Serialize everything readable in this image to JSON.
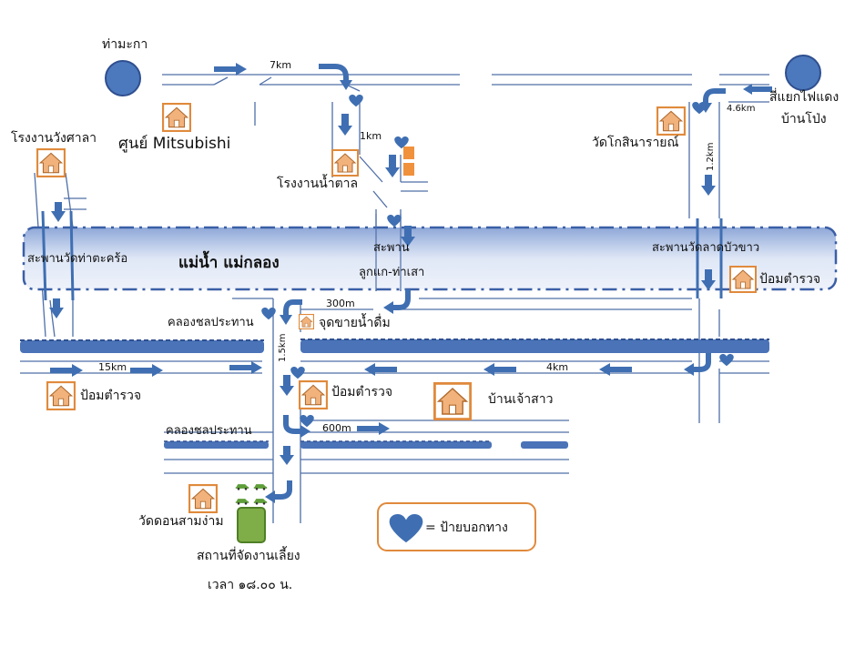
{
  "places": {
    "tha_makok": "ท่ามะกา",
    "si_yaek": "สี่แยกไฟแดง",
    "ban_pong": "บ้านโป่ง",
    "wang_sala": "โรงงานวังศาลา",
    "mitsubishi": "ศูนย์ Mitsubishi",
    "sugar_factory": "โรงงานน้ำตาล",
    "wat_kosin": "วัดโกสินารายณ์",
    "bridge_tha_takhro": "สะพานวัดท่าตะคร้อ",
    "river": "แม่น้ำ แม่กลอง",
    "bridge_top": "สะพาน",
    "bridge_bottom": "ลูกแก-ท่าเสา",
    "bridge_lat_buakhao": "สะพานวัดลาดบัวขาว",
    "police_right": "ป้อมตำรวจ",
    "canal_upper": "คลองชลประทาน",
    "drink_point": "จุดขายน้ำดื่ม",
    "police_left": "ป้อมตำรวจ",
    "police_center": "ป้อมตำรวจ",
    "bride_house": "บ้านเจ้าสาว",
    "canal_lower": "คลองชลประทาน",
    "wat_don": "วัดดอนสามง่าม",
    "venue": "สถานที่จัดงานเลี้ยง",
    "time": "เวลา ๑๘.๐๐ น."
  },
  "distances": {
    "d7km": "7km",
    "d1km": "1km",
    "d4_6km": "4.6km",
    "d1_2km": "1.2km",
    "d300m": "300m",
    "d1_5km": "1.5km",
    "d15km": "15km",
    "d4km": "4km",
    "d600m": "600m"
  },
  "legend": {
    "text": "= ป้ายบอกทาง",
    "icon": "heart-icon"
  },
  "colors": {
    "road": "#4f6fa8",
    "arrow": "#3f6fb2",
    "river_fill": "#c9d6ee",
    "canal": "#4a73b8",
    "house_border": "#e08a3c",
    "venue_green": "#7fae48",
    "circle": "#4c79bd"
  }
}
